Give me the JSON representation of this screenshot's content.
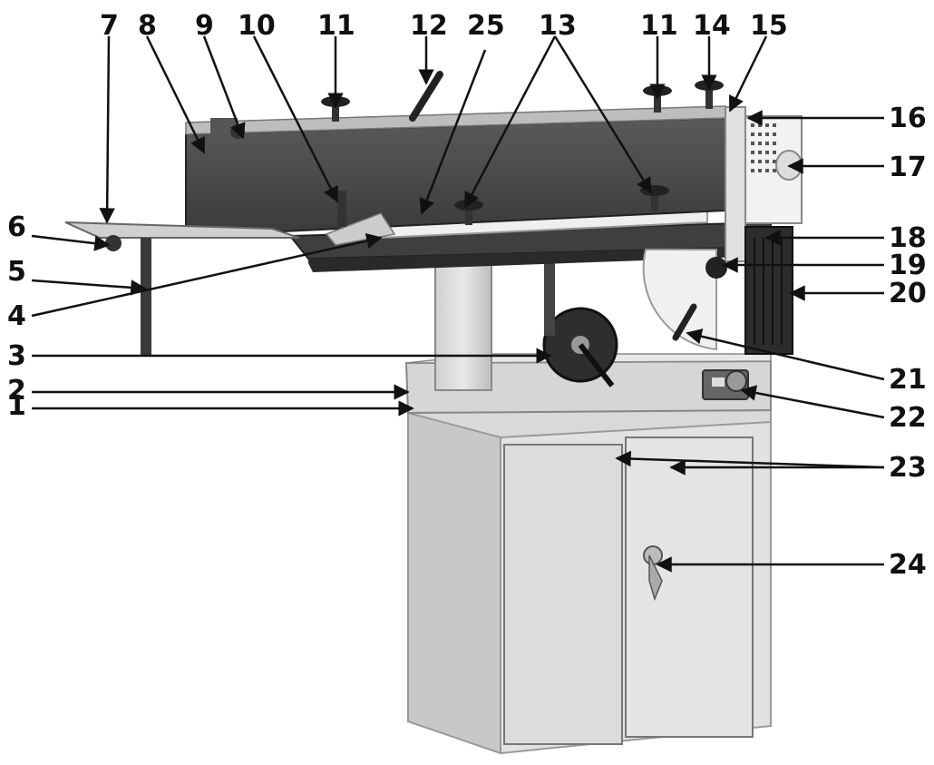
{
  "labels": [
    "1",
    "2",
    "3",
    "4",
    "5",
    "6",
    "7",
    "8",
    "9",
    "10",
    "11",
    "11",
    "12",
    "13",
    "14",
    "15",
    "16",
    "17",
    "18",
    "19",
    "20",
    "21",
    "22",
    "23",
    "24",
    "25"
  ]
}
